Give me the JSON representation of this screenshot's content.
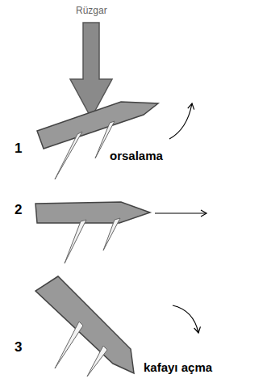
{
  "diagram": {
    "labels": [
      "Rüzgar",
      "1",
      "orsalama",
      "2",
      "3",
      "kafayı açma"
    ]
  }
}
